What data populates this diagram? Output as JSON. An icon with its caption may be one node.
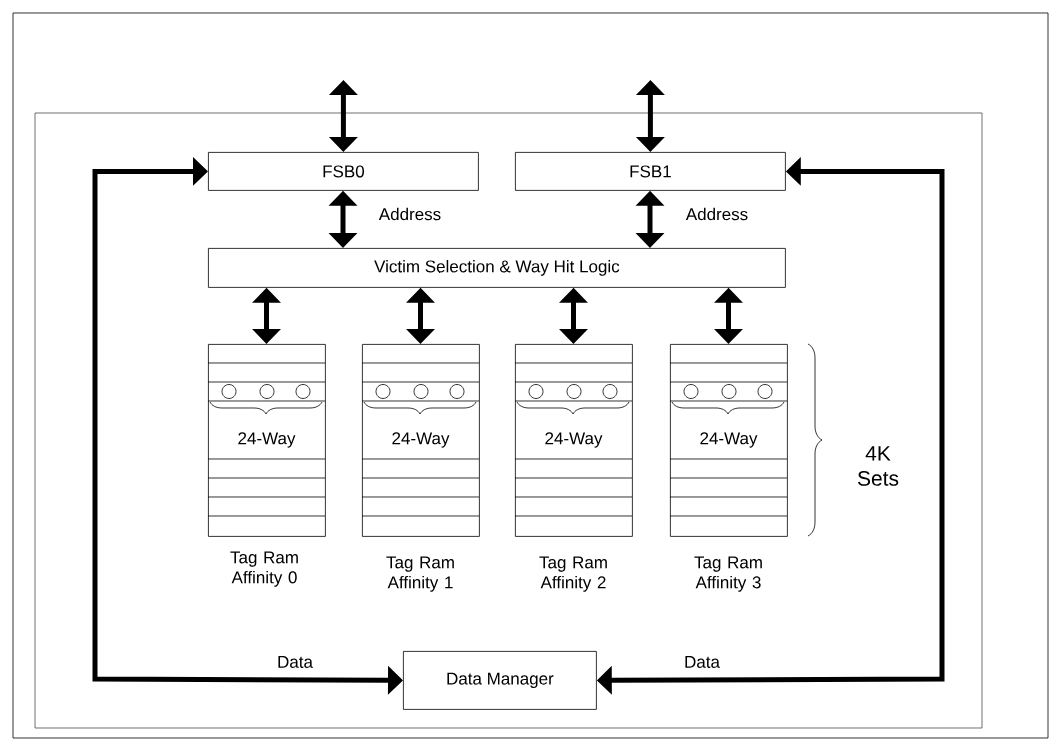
{
  "diagram": {
    "nodes": [
      {
        "text": [
          "FSB0"
        ]
      },
      {
        "text": [
          "FSB1"
        ]
      },
      {
        "text": [
          "Victim Selection & Way Hit  Logic"
        ]
      },
      {
        "text": [
          "24-Way"
        ],
        "beside": [
          "Tag Ram Affinity 0"
        ]
      },
      {
        "text": [
          "24-Way"
        ],
        "beside": [
          "Tag Ram Affinity 1"
        ]
      },
      {
        "text": [
          "24-Way"
        ],
        "beside": [
          "Tag Ram Affinity 2"
        ]
      },
      {
        "text": [
          "24-Way"
        ],
        "beside": [
          "Tag Ram Affinity 3"
        ]
      },
      {
        "text": [
          "Data Manager"
        ]
      }
    ],
    "edges": [
      {
        "from": null,
        "to": 0,
        "arrow": "both"
      },
      {
        "from": null,
        "to": 1,
        "arrow": "both"
      },
      {
        "from": 0,
        "to": 2,
        "arrow": "both",
        "label": "Address"
      },
      {
        "from": 1,
        "to": 2,
        "arrow": "both",
        "label": "Address"
      },
      {
        "from": 2,
        "to": 3,
        "arrow": "both"
      },
      {
        "from": 2,
        "to": 4,
        "arrow": "both"
      },
      {
        "from": 2,
        "to": 5,
        "arrow": "both"
      },
      {
        "from": 2,
        "to": 6,
        "arrow": "both"
      },
      {
        "from": 0,
        "to": 7,
        "arrow": "both",
        "label": "Data"
      },
      {
        "from": 1,
        "to": 7,
        "arrow": "both",
        "label": "Data"
      }
    ],
    "labels": [
      "4K Sets"
    ]
  }
}
